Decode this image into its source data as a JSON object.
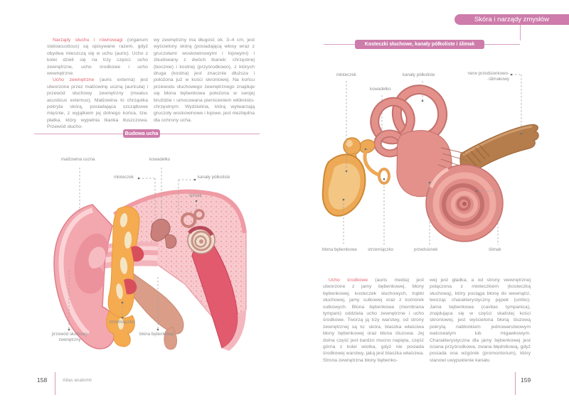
{
  "colors": {
    "accent_pink": "#cd7cab",
    "accent_red": "#e0666f",
    "label_gray": "#8e8e8e"
  },
  "chapter_banner": "Skóra i narządy zmysłów",
  "left_page": {
    "page_number": "158",
    "book_title": "Atlas anatomii",
    "section_title": "Budowa ucha",
    "text": {
      "p1_lead": "Narządy słuchu i równowagi",
      "p1_body": " (organum statoacusticus) są opisywane razem, gdyż obydwa mieszczą się w uchu (auris). Ucho z kolei dzieli się na trzy części: ucho zewnętrzne, ucho środkowe i ucho wewnętrzne.",
      "p2_lead": "Ucho zewnętrzne",
      "p2_body": " (auris externa) jest utworzone przez małżowinę uszną (auricula) i przewód słuchowy zewnętrzny (meatus acusticus externus). Małżowina to chrząstka pokryta skórą, posiadająca szczątkowe mięśnie, z wyjątkiem jej dolnego końca, tzw. płatka, który wypełnia tkanka tłuszczowa. Przewód słucho-",
      "col2": "wy zewnętrzny ma długość ok. 3–4 cm, jest wyścielony skórą (posiadającą włosy wraz z gruczołami woskowinowymi i łojowymi) i zbudowany z dwóch tkanek: chrzęstnej (bocznie) i kostnej (przyśrodkowo), z których druga (kostna) jest znacznie dłuższa i położona już w kości skroniowej. Na końcu przewodu słuchowego zewnętrznego znajduje się błona bębenkowa położona w swojej bruździe i umocowana pierścieniem włóknisto-chrzęstnym. Wydzielina, którą wytwarzają gruczoły woskowinowe i łojowe, jest niezbędna dla ochrony ucha."
    },
    "diagram_labels": {
      "auricle": "małżowina uszna",
      "incus": "kowadełko",
      "malleus": "młoteczek",
      "semicircular_canals": "kanały półkoliste",
      "cochlea": "ślimak",
      "stapes": "strzemiączko",
      "ear_canal_line1": "przewód słuchowy",
      "ear_canal_line2": "zewnętrzny",
      "tympanic_membrane": "błona bębenkowa"
    }
  },
  "right_page": {
    "page_number": "159",
    "section_title": "Kosteczki słuchowe, kanały półkoliste i ślimak",
    "diagram_labels": {
      "malleus": "młoteczek",
      "incus": "kowadełko",
      "semicircular_canals": "kanały półkoliste",
      "nerve_line1": "nerw przedsionkowo-",
      "nerve_line2": "-ślimakowy",
      "tympanic_membrane": "błona bębenkowa",
      "stapes": "strzemiączko",
      "vestibule": "przedsionek",
      "cochlea": "ślimak"
    },
    "text": {
      "p1_lead": "Ucho środkowe",
      "p1_body": " (auris media) jest utworzone z jamy bębenkowej, błony bębenkowej, kosteczek słuchowych, trąbki słuchowej, jamy sutkowej oraz z komórek sutkowych. Błona bębenkowa (membrana tympani) oddziela ucho zewnętrzne i ucho środkowe. Tworzą ją trzy warstwy, od strony zewnętrznej są to: skóra, blaszka właściwa błony bębenkowej oraz błona śluzowa. Jej dolna część jest bardzo mocno napięta, część górna z kolei wiotka, gdyż nie posiada środkowej warstwy, jaką jest blaszka właściwa. Strona zewnętrzna błony bębenko-",
      "col2": "wej jest gładka, a od strony wewnętrznej połączona z młoteczkiem (kosteczką słuchową), który pociąga błonę do wewnątrz, tworząc charakterystyczny pępek (umbo). Jama bębenkowa (cavitas tympanica), znajdująca się w części skalistej kości skroniowej, jest wyścielona błoną śluzową pokrytą nabłonkiem jednowarstwowym walcowatym lub migawkowym. Charakterystyczna dla jamy bębenkowej jest ściana przyśrodkowa, zwana błędnikową, gdyż posiada ona wzgórek (promontorium), który stanowi uwypuklenie kanału"
    }
  }
}
